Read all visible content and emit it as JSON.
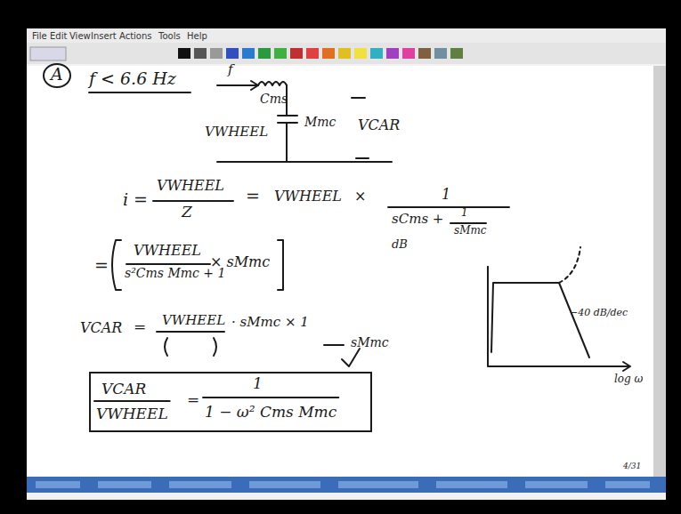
{
  "diagram": {
    "nodes": [
      {
        "text": [
          "VCAR",
          "VWHEEL",
          "=",
          "1",
          "1 − ω² Cms Mmc"
        ]
      }
    ],
    "labels": [
      "File",
      "Edit",
      "View",
      "Insert",
      "Actions",
      "Tools",
      "Help",
      "A",
      "f < 6.6 Hz",
      "f",
      "Cms",
      "VWHEEL",
      "Mmc",
      "VCAR",
      "i =",
      "VWHEEL",
      "Z",
      "=",
      "VWHEEL",
      "×",
      "1",
      "sCms +",
      "1",
      "sMmc",
      "dB",
      "=",
      "VWHEEL",
      "s²Cms Mmc + 1",
      "× sMmc",
      "VCAR",
      "=",
      "VWHEEL",
      "· sMmc × 1",
      "sMmc",
      "−40 dB/dec",
      "log ω",
      "4/31"
    ]
  }
}
